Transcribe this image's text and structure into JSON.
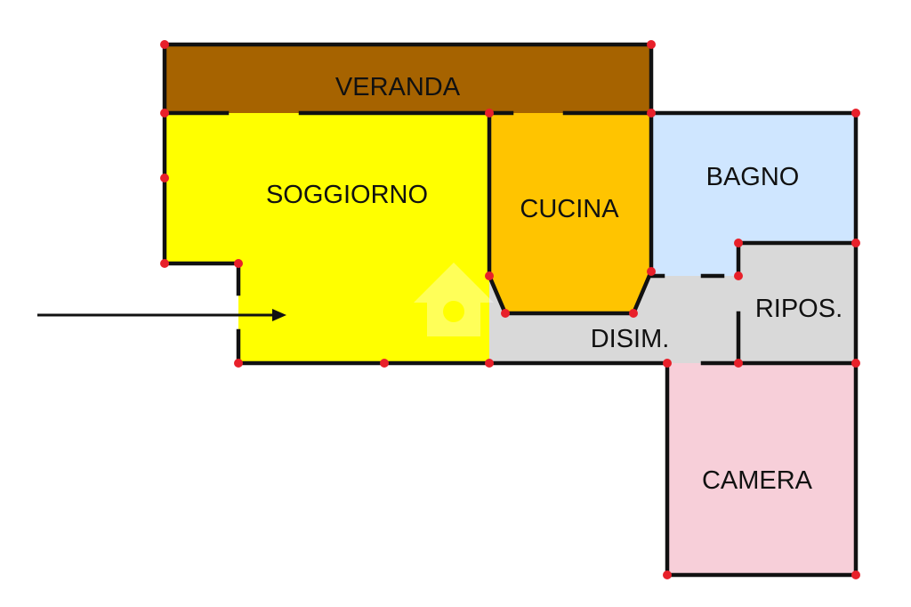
{
  "floorplan": {
    "rooms": {
      "veranda": {
        "label": "VERANDA",
        "color": "#a66300"
      },
      "soggiorno": {
        "label": "SOGGIORNO",
        "color": "#ffff00"
      },
      "cucina": {
        "label": "CUCINA",
        "color": "#ffc400"
      },
      "bagno": {
        "label": "BAGNO",
        "color": "#cfe6ff"
      },
      "ripos": {
        "label": "RIPOS.",
        "color": "#d9d9d9"
      },
      "disim": {
        "label": "DISIM.",
        "color": "#d9d9d9"
      },
      "camera": {
        "label": "CAMERA",
        "color": "#f7cfd9"
      }
    },
    "entrance_arrow": {
      "icon": "arrow-right-icon"
    },
    "watermark": {
      "icon": "house-logo-icon"
    },
    "wall_color": "#111111",
    "node_color": "#e8202a"
  }
}
